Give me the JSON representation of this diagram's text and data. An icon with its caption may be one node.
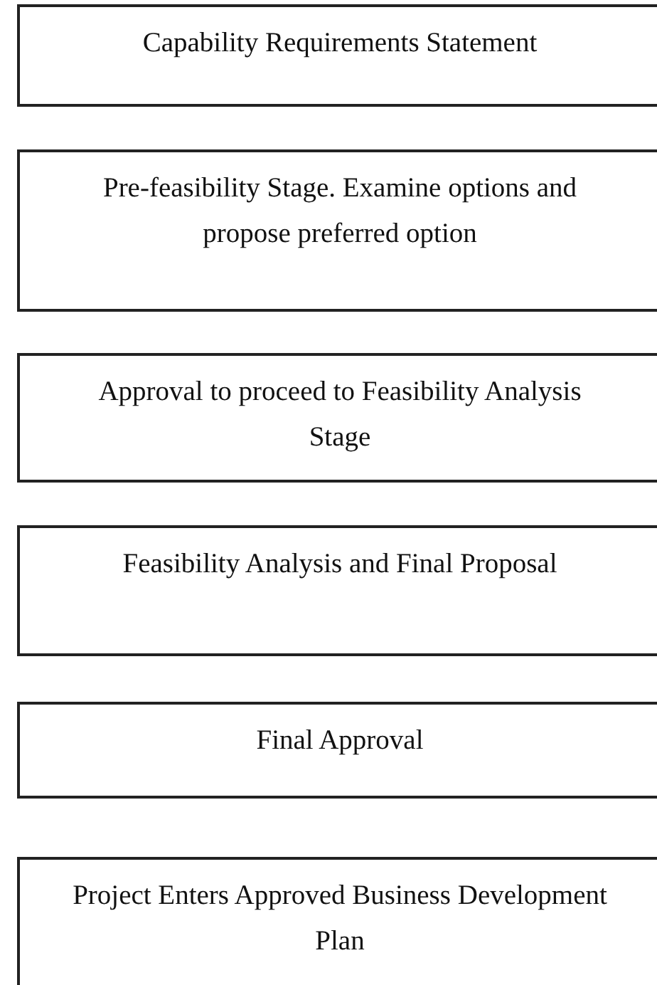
{
  "diagram": {
    "nodes": [
      {
        "text": [
          "Capability Requirements Statement"
        ]
      },
      {
        "text": [
          "Pre-feasibility Stage. Examine options and propose preferred option"
        ]
      },
      {
        "text": [
          "Approval to proceed to Feasibility Analysis Stage"
        ]
      },
      {
        "text": [
          "Feasibility Analysis and Final Proposal"
        ]
      },
      {
        "text": [
          "Final Approval"
        ]
      },
      {
        "text": [
          "Project Enters Approved Business Development Plan"
        ]
      }
    ]
  }
}
